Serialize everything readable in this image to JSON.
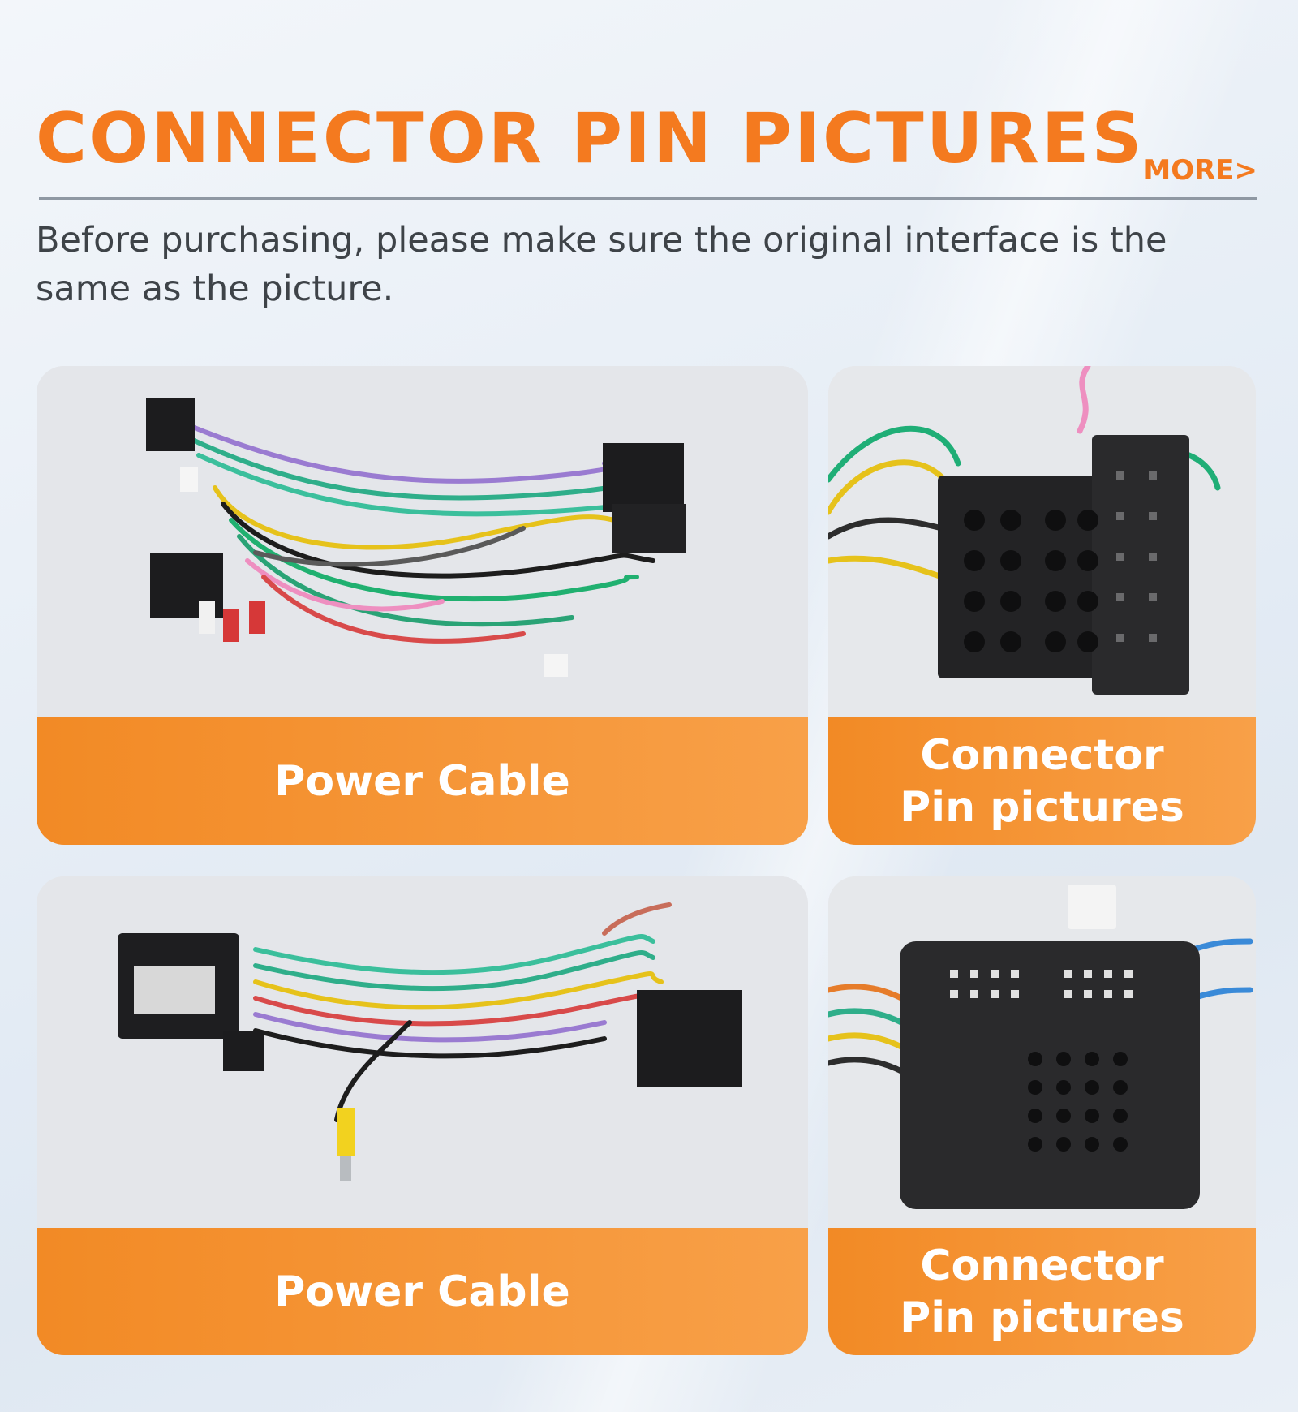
{
  "header": {
    "title": "CONNECTOR PIN PICTURES",
    "more_label": "MORE>",
    "subtitle": "Before purchasing, please make sure the original interface is the same as the picture."
  },
  "cards": [
    {
      "caption": "Power Cable",
      "image": "wiring-harness-photo"
    },
    {
      "caption": "Connector\nPin pictures",
      "image": "connector-pins-photo"
    },
    {
      "caption": "Power Cable",
      "image": "wiring-harness-with-box-photo"
    },
    {
      "caption": "Connector\nPin pictures",
      "image": "connector-socket-photo"
    }
  ],
  "colors": {
    "accent": "#f47a1f",
    "caption_start": "#f28a25",
    "caption_end": "#f8a048",
    "rule": "#8f98a3"
  }
}
